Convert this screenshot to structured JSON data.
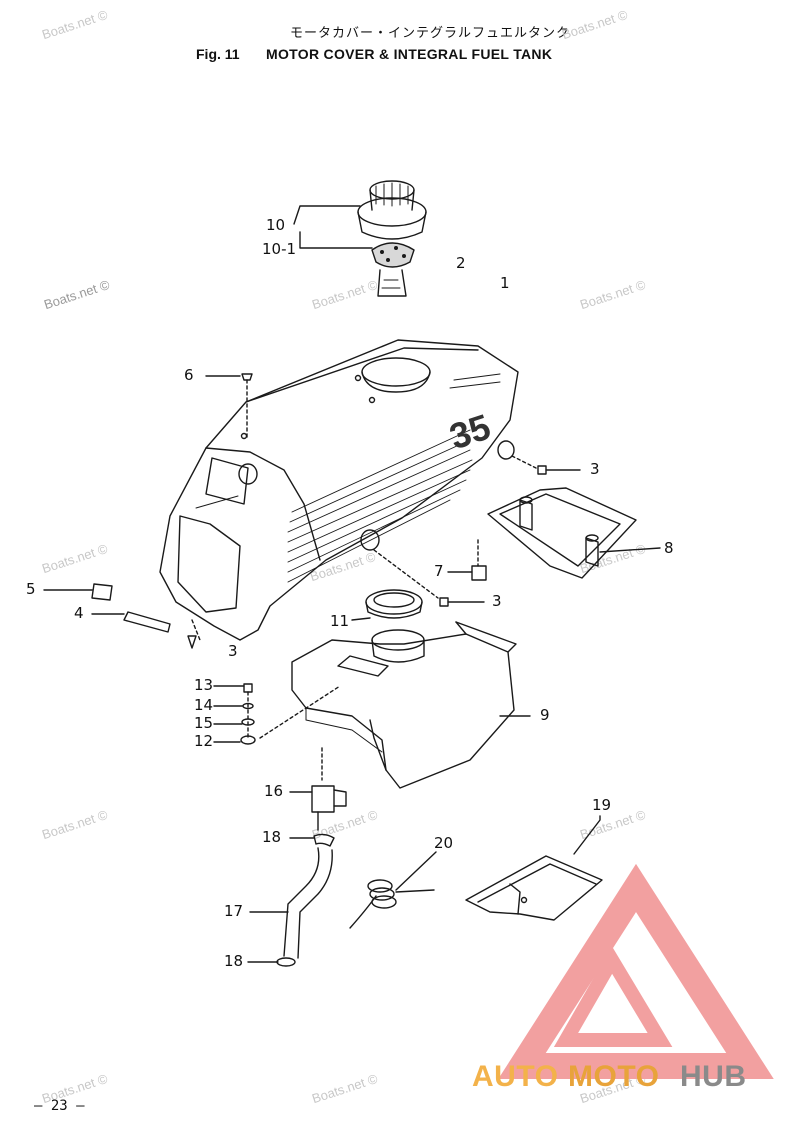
{
  "header": {
    "title_jp": "モータカバー・インテグラルフュエルタンク",
    "fig_label": "Fig. 11",
    "title": "MOTOR COVER & INTEGRAL FUEL TANK"
  },
  "cover_badge": "35",
  "callouts": {
    "c1": "1",
    "c2": "2",
    "c3a": "3",
    "c3b": "3",
    "c3c": "3",
    "c4": "4",
    "c5": "5",
    "c6": "6",
    "c7": "7",
    "c8": "8",
    "c9": "9",
    "c10": "10",
    "c10_1": "10-1",
    "c11": "11",
    "c12": "12",
    "c13": "13",
    "c14": "14",
    "c15": "15",
    "c16": "16",
    "c17": "17",
    "c18a": "18",
    "c18b": "18",
    "c19": "19",
    "c20": "20"
  },
  "watermark": "Boats.net ©",
  "page_number": "– 23 –",
  "logo": {
    "auto": "AUTO",
    "moto": "MOTO",
    "hub": "HUB",
    "colors": {
      "triangle": "#f2a0a0",
      "auto": "#f3b24a",
      "moto": "#e8a33a",
      "hub": "#8a8a8a"
    }
  }
}
